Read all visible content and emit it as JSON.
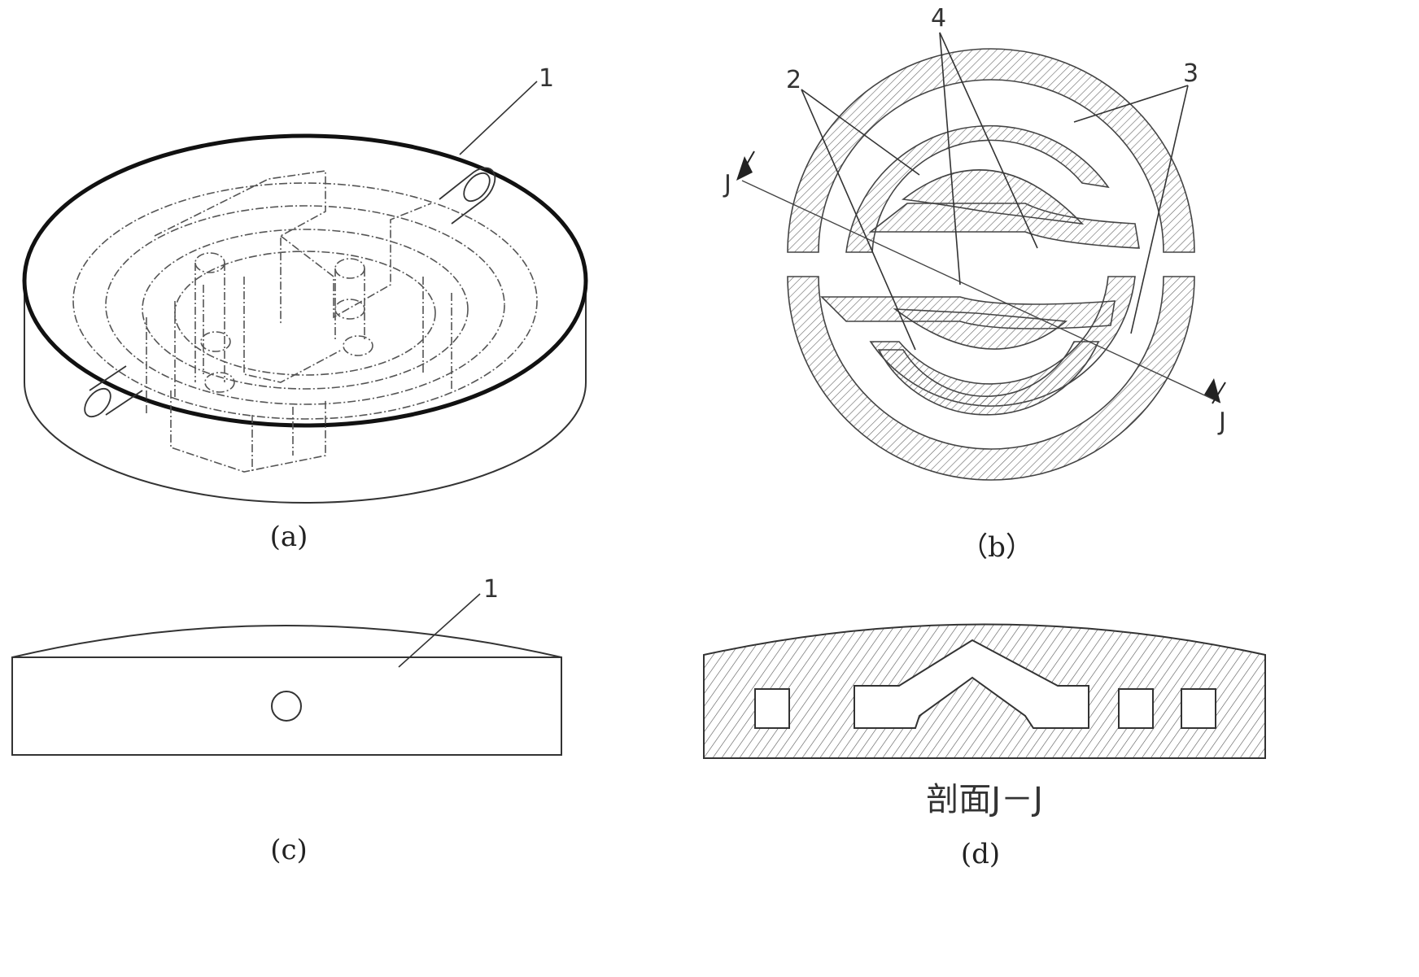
{
  "panel_a": {
    "caption": "(a)",
    "callouts": [
      "1"
    ]
  },
  "panel_b": {
    "caption": "（b）",
    "callouts": [
      "2",
      "3",
      "4"
    ],
    "section_marks": [
      "J",
      "J"
    ]
  },
  "panel_c": {
    "caption": "(c)",
    "callouts": [
      "1"
    ]
  },
  "panel_d": {
    "caption": "(d)",
    "section_title": "剖面J－J"
  }
}
